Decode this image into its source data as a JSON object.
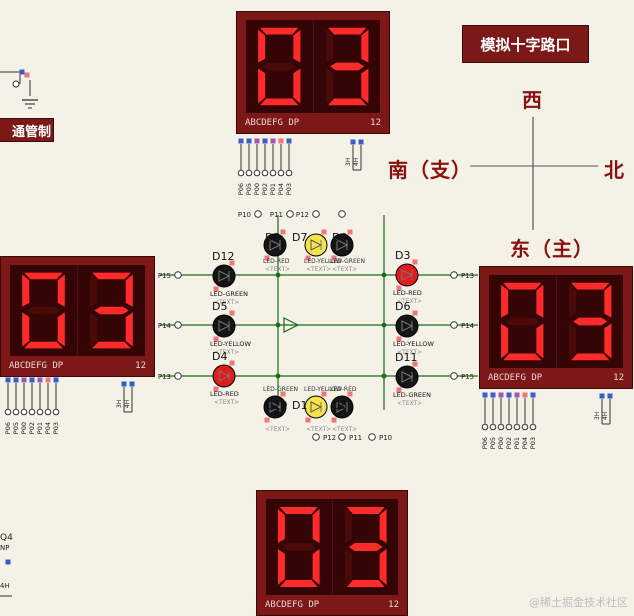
{
  "title": "模拟十字路口",
  "tab_partial": "通管制",
  "directions": {
    "west": "西",
    "south": "南（支）",
    "north": "北",
    "east": "东（主）"
  },
  "display": {
    "digits": "03",
    "pin_label_left": "ABCDEFG  DP",
    "pin_label_right": "12"
  },
  "leds": [
    {
      "ref": "D12",
      "type": "LED-GREEN",
      "text": "<TEXT>"
    },
    {
      "ref": "D5",
      "type": "LED-YELLOW",
      "text": "<TEXT>"
    },
    {
      "ref": "D4",
      "type": "LED-RED",
      "text": "<TEXT>"
    },
    {
      "ref": "D3",
      "type": "LED-RED",
      "text": "<TEXT>"
    },
    {
      "ref": "D6",
      "type": "LED-YELLOW",
      "text": "<TEXT>"
    },
    {
      "ref": "D11",
      "type": "LED-GREEN",
      "text": "<TEXT>"
    },
    {
      "ref": "D7",
      "type": "LED-YELLOW",
      "text": "<TEXT>"
    },
    {
      "ref": "D9",
      "type": "LED-GREEN",
      "text": "<TEXT>"
    },
    {
      "ref": "D1",
      "type": "LED-YELLOW",
      "text": "<TEXT>"
    },
    {
      "ref": "D8",
      "type": "LED-RED",
      "text": "<TEXT>"
    },
    {
      "ref": "D2",
      "type": "LED-RED",
      "text": "<TEXT>"
    },
    {
      "ref": "D10",
      "type": "LED-GREEN",
      "text": "<TEXT>"
    }
  ],
  "port_labels": [
    "P10",
    "P11",
    "P12",
    "P13",
    "P14",
    "P15"
  ],
  "bus_pins": [
    "P06",
    "P05",
    "P00",
    "P02",
    "P01",
    "P04",
    "P03"
  ],
  "digit_pins": [
    "3H",
    "4H"
  ],
  "left_partial": [
    "Q4",
    "NP",
    "4H"
  ],
  "colors": {
    "panel": "#7c1818",
    "segment_on": "#ff2a2a",
    "segment_off": "#4a0a0a",
    "wire": "#1a6b1a",
    "background": "#f4f2e6"
  },
  "watermark": "@稀土掘金技术社区"
}
